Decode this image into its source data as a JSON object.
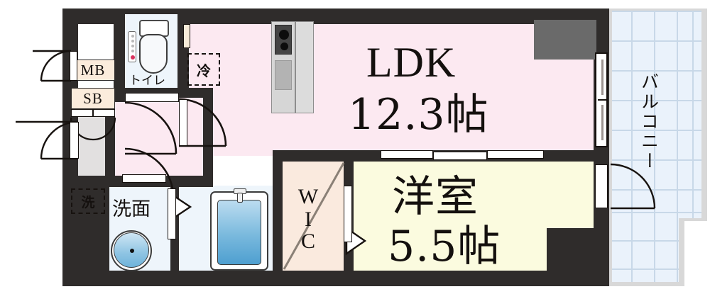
{
  "plan": {
    "type": "japanese-apartment-floor-plan",
    "rooms": [
      {
        "id": "ldk",
        "label_line1": "LDK",
        "label_line2": "12.3帖"
      },
      {
        "id": "bedroom",
        "label_line1": "洋室",
        "label_line2": "5.5帖"
      },
      {
        "id": "wic",
        "label_line1": "W",
        "label_line2": "I",
        "label_line3": "C"
      },
      {
        "id": "balcony",
        "label_line1": "バルコニー"
      }
    ],
    "labels": {
      "ldk_name": "LDK",
      "ldk_size": "12.3帖",
      "bedroom_name": "洋室",
      "bedroom_size": "5.5帖",
      "wic_w": "W",
      "wic_i": "I",
      "wic_c": "C",
      "balcony": "バルコニー",
      "toilet": "トイレ",
      "fridge": "冷",
      "washer": "洗",
      "washbasin": "洗面",
      "meter_box": "MB",
      "shoe_box": "SB"
    },
    "colors": {
      "wall": "#2f2c2b",
      "ldk_fill": "#fce9f1",
      "bedroom_fill": "#fbfbdf",
      "wic_fill": "#faeade",
      "wet_fill": "#eef5fb",
      "genkan_fill": "#e2e0e0",
      "balcony_fill": "#eaf2fb",
      "balcony_edge": "#d8d8d8",
      "storage_gray": "#6a6a6a",
      "label_box_fill": "#fbecdc",
      "water_blue": "#79b9dd"
    }
  }
}
